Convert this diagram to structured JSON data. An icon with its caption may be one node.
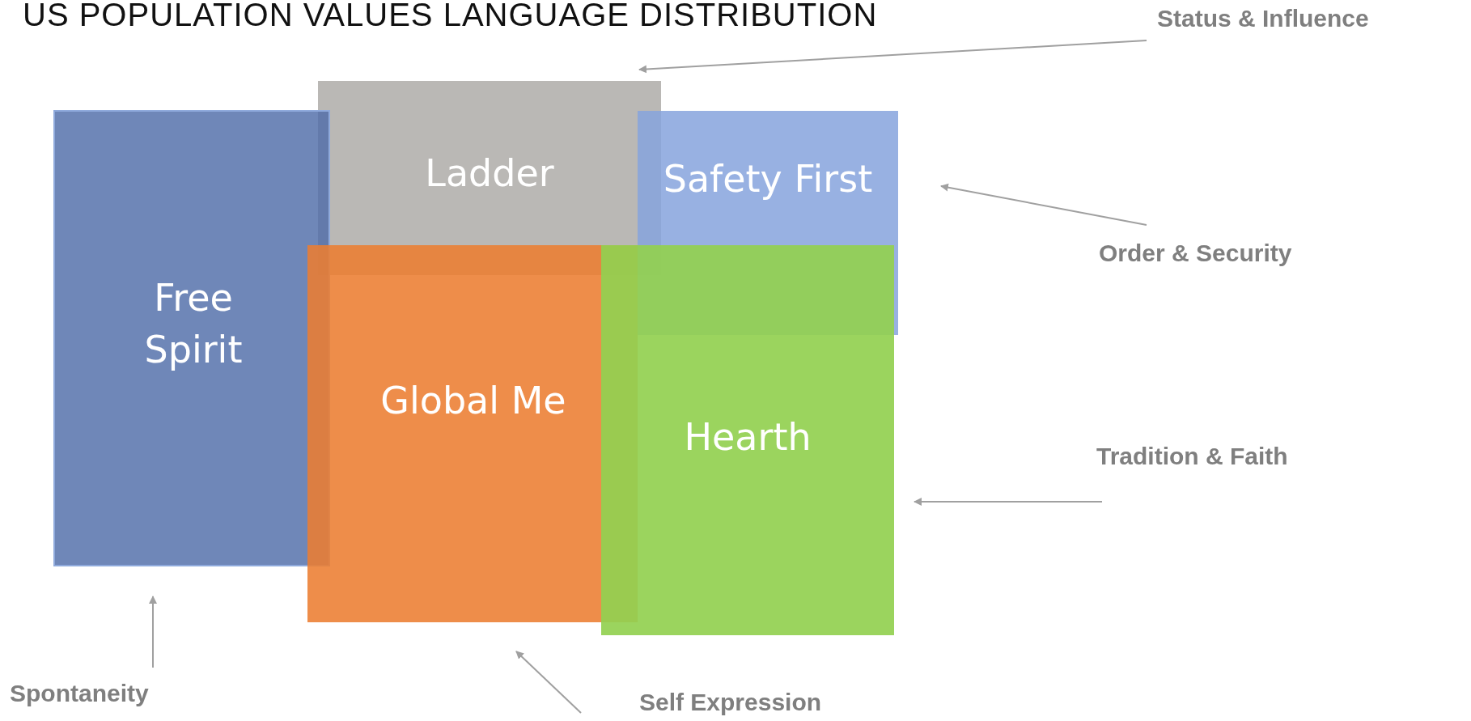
{
  "diagram": {
    "title": "US POPULATION VALUES LANGUAGE DISTRIBUTION",
    "nodes": [
      {
        "text": [
          "Ladder"
        ]
      },
      {
        "text": [
          "Free Spirit"
        ]
      },
      {
        "text": [
          "Safety First"
        ]
      },
      {
        "text": [
          "Global Me"
        ]
      },
      {
        "text": [
          "Hearth"
        ]
      },
      {
        "text": [
          "Status & Influence"
        ]
      },
      {
        "text": [
          "Order & Security"
        ]
      },
      {
        "text": [
          "Tradition & Faith"
        ]
      },
      {
        "text": [
          "Spontaneity"
        ]
      },
      {
        "text": [
          "Self Expression"
        ]
      }
    ],
    "edges": [
      {
        "from": 5,
        "to": 0,
        "arrow": "to"
      },
      {
        "from": 6,
        "to": 2,
        "arrow": "to"
      },
      {
        "from": 7,
        "to": 4,
        "arrow": "to"
      },
      {
        "from": 8,
        "to": 1,
        "arrow": "to"
      },
      {
        "from": 9,
        "to": 3,
        "arrow": "to"
      }
    ]
  }
}
